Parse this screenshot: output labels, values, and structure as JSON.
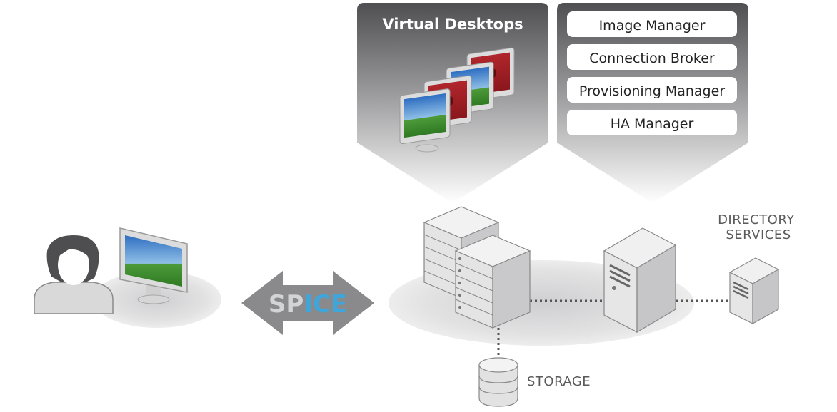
{
  "virtual_desktops": {
    "title": "Virtual Desktops"
  },
  "management": {
    "items": [
      {
        "label": "Image Manager"
      },
      {
        "label": "Connection Broker"
      },
      {
        "label": "Provisioning Manager"
      },
      {
        "label": "HA Manager"
      }
    ]
  },
  "spice": {
    "part1": "SP",
    "part2": "ICE"
  },
  "directory": {
    "line1": "DIRECTORY",
    "line2": "SERVICES"
  },
  "storage": {
    "label": "STORAGE"
  },
  "colors": {
    "panel_top": "#555558",
    "panel_bottom": "#ffffff",
    "spice_gray": "#d2d4d6",
    "spice_blue": "#3ea6db",
    "desktop_red": "#a01e24",
    "text_gray": "#5a5a5a"
  }
}
